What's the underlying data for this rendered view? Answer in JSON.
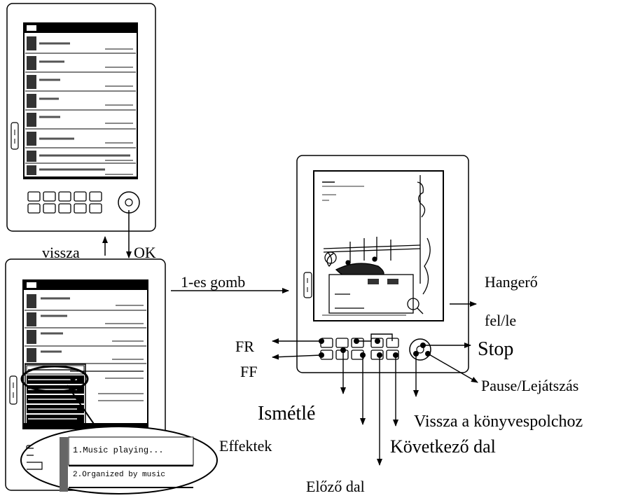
{
  "labels": {
    "back": "vissza",
    "ok": "OK",
    "button1": "1-es gomb",
    "volume_line1": "Hangerő",
    "volume_line2": "fel/le",
    "fr": "FR",
    "ff": "FF",
    "stop": "Stop",
    "pause_play": "Pause/Lejátszás",
    "repeat": "Ismétlé",
    "back_to_shelf": "Vissza a könyvespolchoz",
    "next_song": "Következő dal",
    "prev_song": "Előző dal",
    "effects": "Effektek"
  },
  "zoom_menu": {
    "item1": "1.Music playing...",
    "item2": "2.Organized by music"
  }
}
